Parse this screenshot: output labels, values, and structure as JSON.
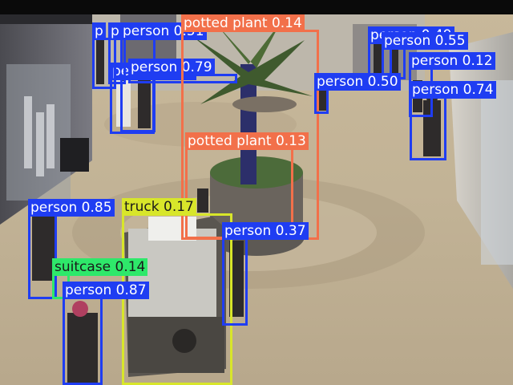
{
  "palette": {
    "person": "#1f3df2",
    "potted_plant": "#f2704a",
    "truck": "#d8e62a",
    "suitcase": "#2ee86a"
  },
  "detections": [
    {
      "class": "person",
      "label": "person 0.51"
    },
    {
      "class": "person",
      "label": "person 0.89"
    },
    {
      "class": "person",
      "label": "person 0.79"
    },
    {
      "class": "person",
      "label": "p"
    },
    {
      "class": "person",
      "label": "p"
    },
    {
      "class": "potted_plant",
      "label": "potted plant 0.14"
    },
    {
      "class": "person",
      "label": "person 0.49"
    },
    {
      "class": "person",
      "label": "person 0.55"
    },
    {
      "class": "person",
      "label": "person 0.12"
    },
    {
      "class": "person",
      "label": "person 0.50"
    },
    {
      "class": "person",
      "label": "person 0.74"
    },
    {
      "class": "potted_plant",
      "label": "potted plant 0.13"
    },
    {
      "class": "person",
      "label": "person 0.85"
    },
    {
      "class": "truck",
      "label": "truck 0.17"
    },
    {
      "class": "suitcase",
      "label": "suitcase 0.14"
    },
    {
      "class": "person",
      "label": "person 0.87"
    },
    {
      "class": "person",
      "label": "person 0.37"
    }
  ]
}
